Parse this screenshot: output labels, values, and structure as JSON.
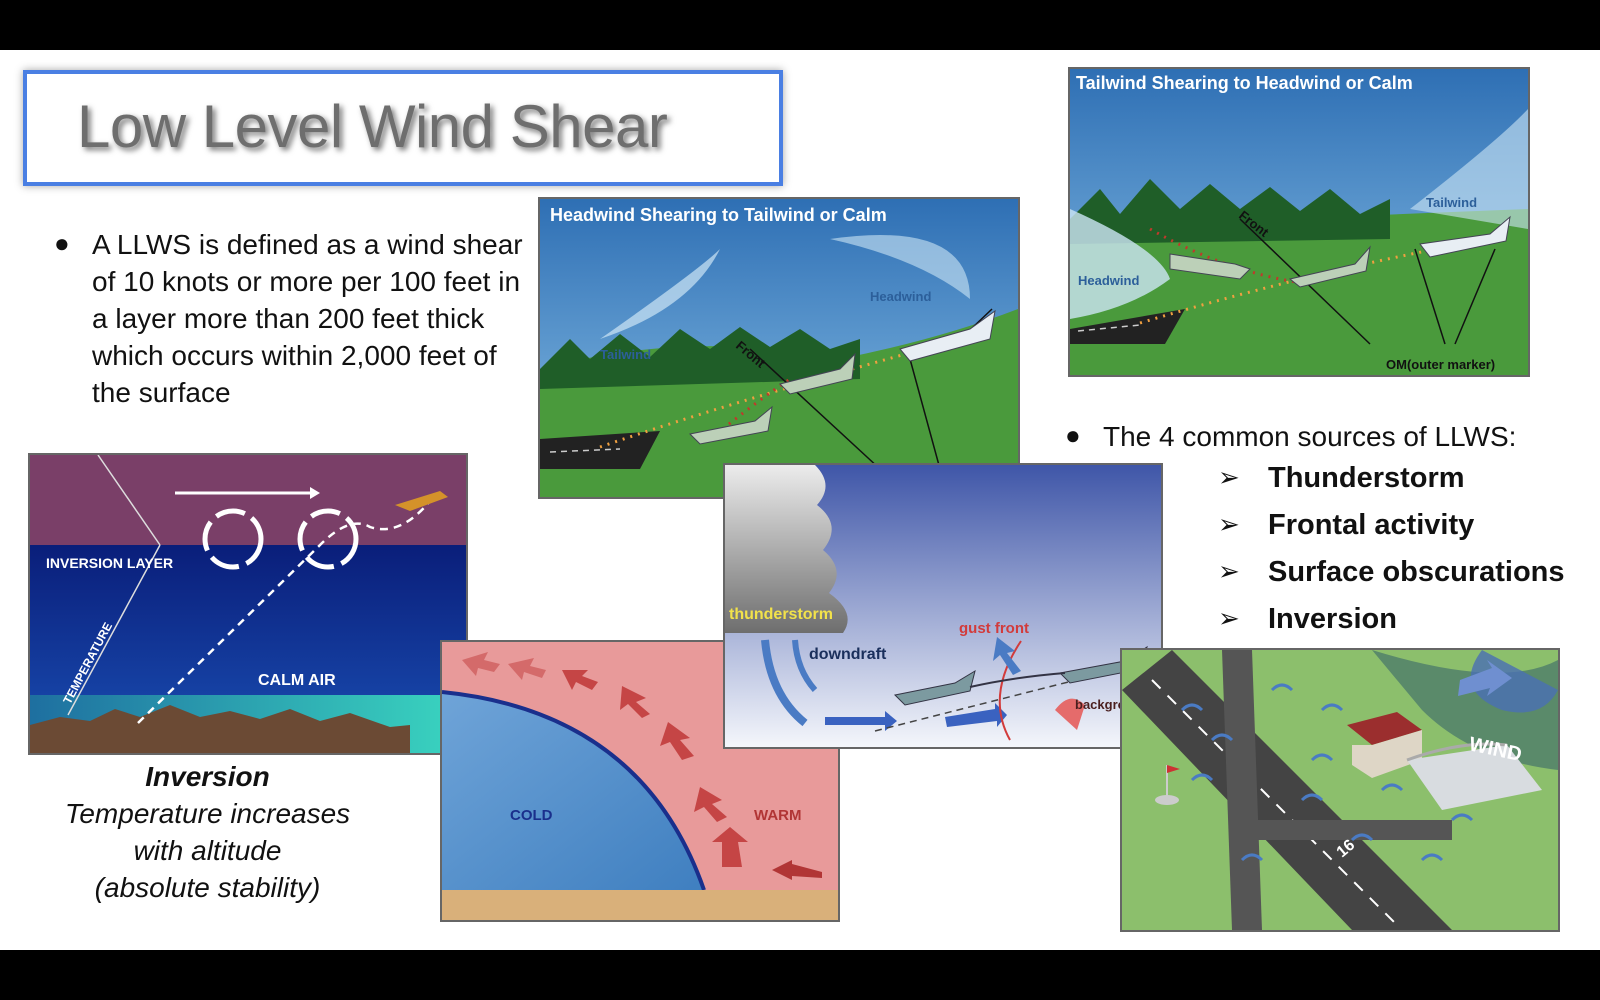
{
  "title": "Low Level Wind Shear",
  "bullet_definition": "A LLWS is defined as a wind shear of 10 knots or more per 100 feet in a layer more than 200 feet thick which occurs within 2,000 feet of the surface",
  "bullet_sources_heading": "The 4 common sources of LLWS:",
  "sources": [
    "Thunderstorm",
    "Frontal activity",
    "Surface obscurations",
    "Inversion"
  ],
  "inversion_caption": {
    "title": "Inversion",
    "line1": "Temperature increases",
    "line2": "with altitude",
    "line3": "(absolute stability)"
  },
  "figures": {
    "headwind_to_tailwind": {
      "title": "Headwind Shearing to Tailwind or Calm",
      "tailwind": "Tailwind",
      "headwind": "Headwind",
      "front": "Front"
    },
    "tailwind_to_headwind": {
      "title": "Tailwind Shearing to Headwind or Calm",
      "tailwind": "Tailwind",
      "headwind": "Headwind",
      "front": "Front",
      "outer_marker": "OM(outer marker)"
    },
    "inversion": {
      "layer": "INVERSION LAYER",
      "temperature": "TEMPERATURE",
      "calm_air": "CALM AIR"
    },
    "thunderstorm": {
      "thunderstorm": "thunderstorm",
      "downdraft": "downdraft",
      "gust_front": "gust front",
      "background_winds": "background winds"
    },
    "frontal": {
      "cold": "COLD",
      "warm": "WARM"
    },
    "airport": {
      "wind": "WIND",
      "runway": "16"
    }
  }
}
